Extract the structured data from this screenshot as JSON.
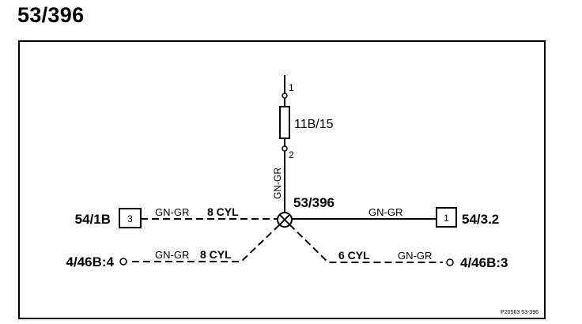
{
  "page_title": "53/396",
  "fuse": {
    "label": "11B/15",
    "pin_top": "1",
    "pin_bottom": "2"
  },
  "splice": {
    "label": "53/396",
    "wire_up_color": "GN-GR"
  },
  "connectors": {
    "left_top": {
      "name": "54/1B",
      "pin": "3",
      "wire_color": "GN-GR",
      "note": "8 CYL"
    },
    "right_top": {
      "name": "54/3.2",
      "pin": "1",
      "wire_color": "GN-GR"
    },
    "left_bottom": {
      "name": "4/46B:4",
      "wire_color": "GN-GR",
      "note": "8 CYL"
    },
    "right_bottom": {
      "name": "4/46B:3",
      "wire_color": "GN-GR",
      "note": "6 CYL"
    }
  },
  "footer_ref": "P20563  53-396",
  "colors": {
    "line": "#000000",
    "background": "#ffffff"
  }
}
